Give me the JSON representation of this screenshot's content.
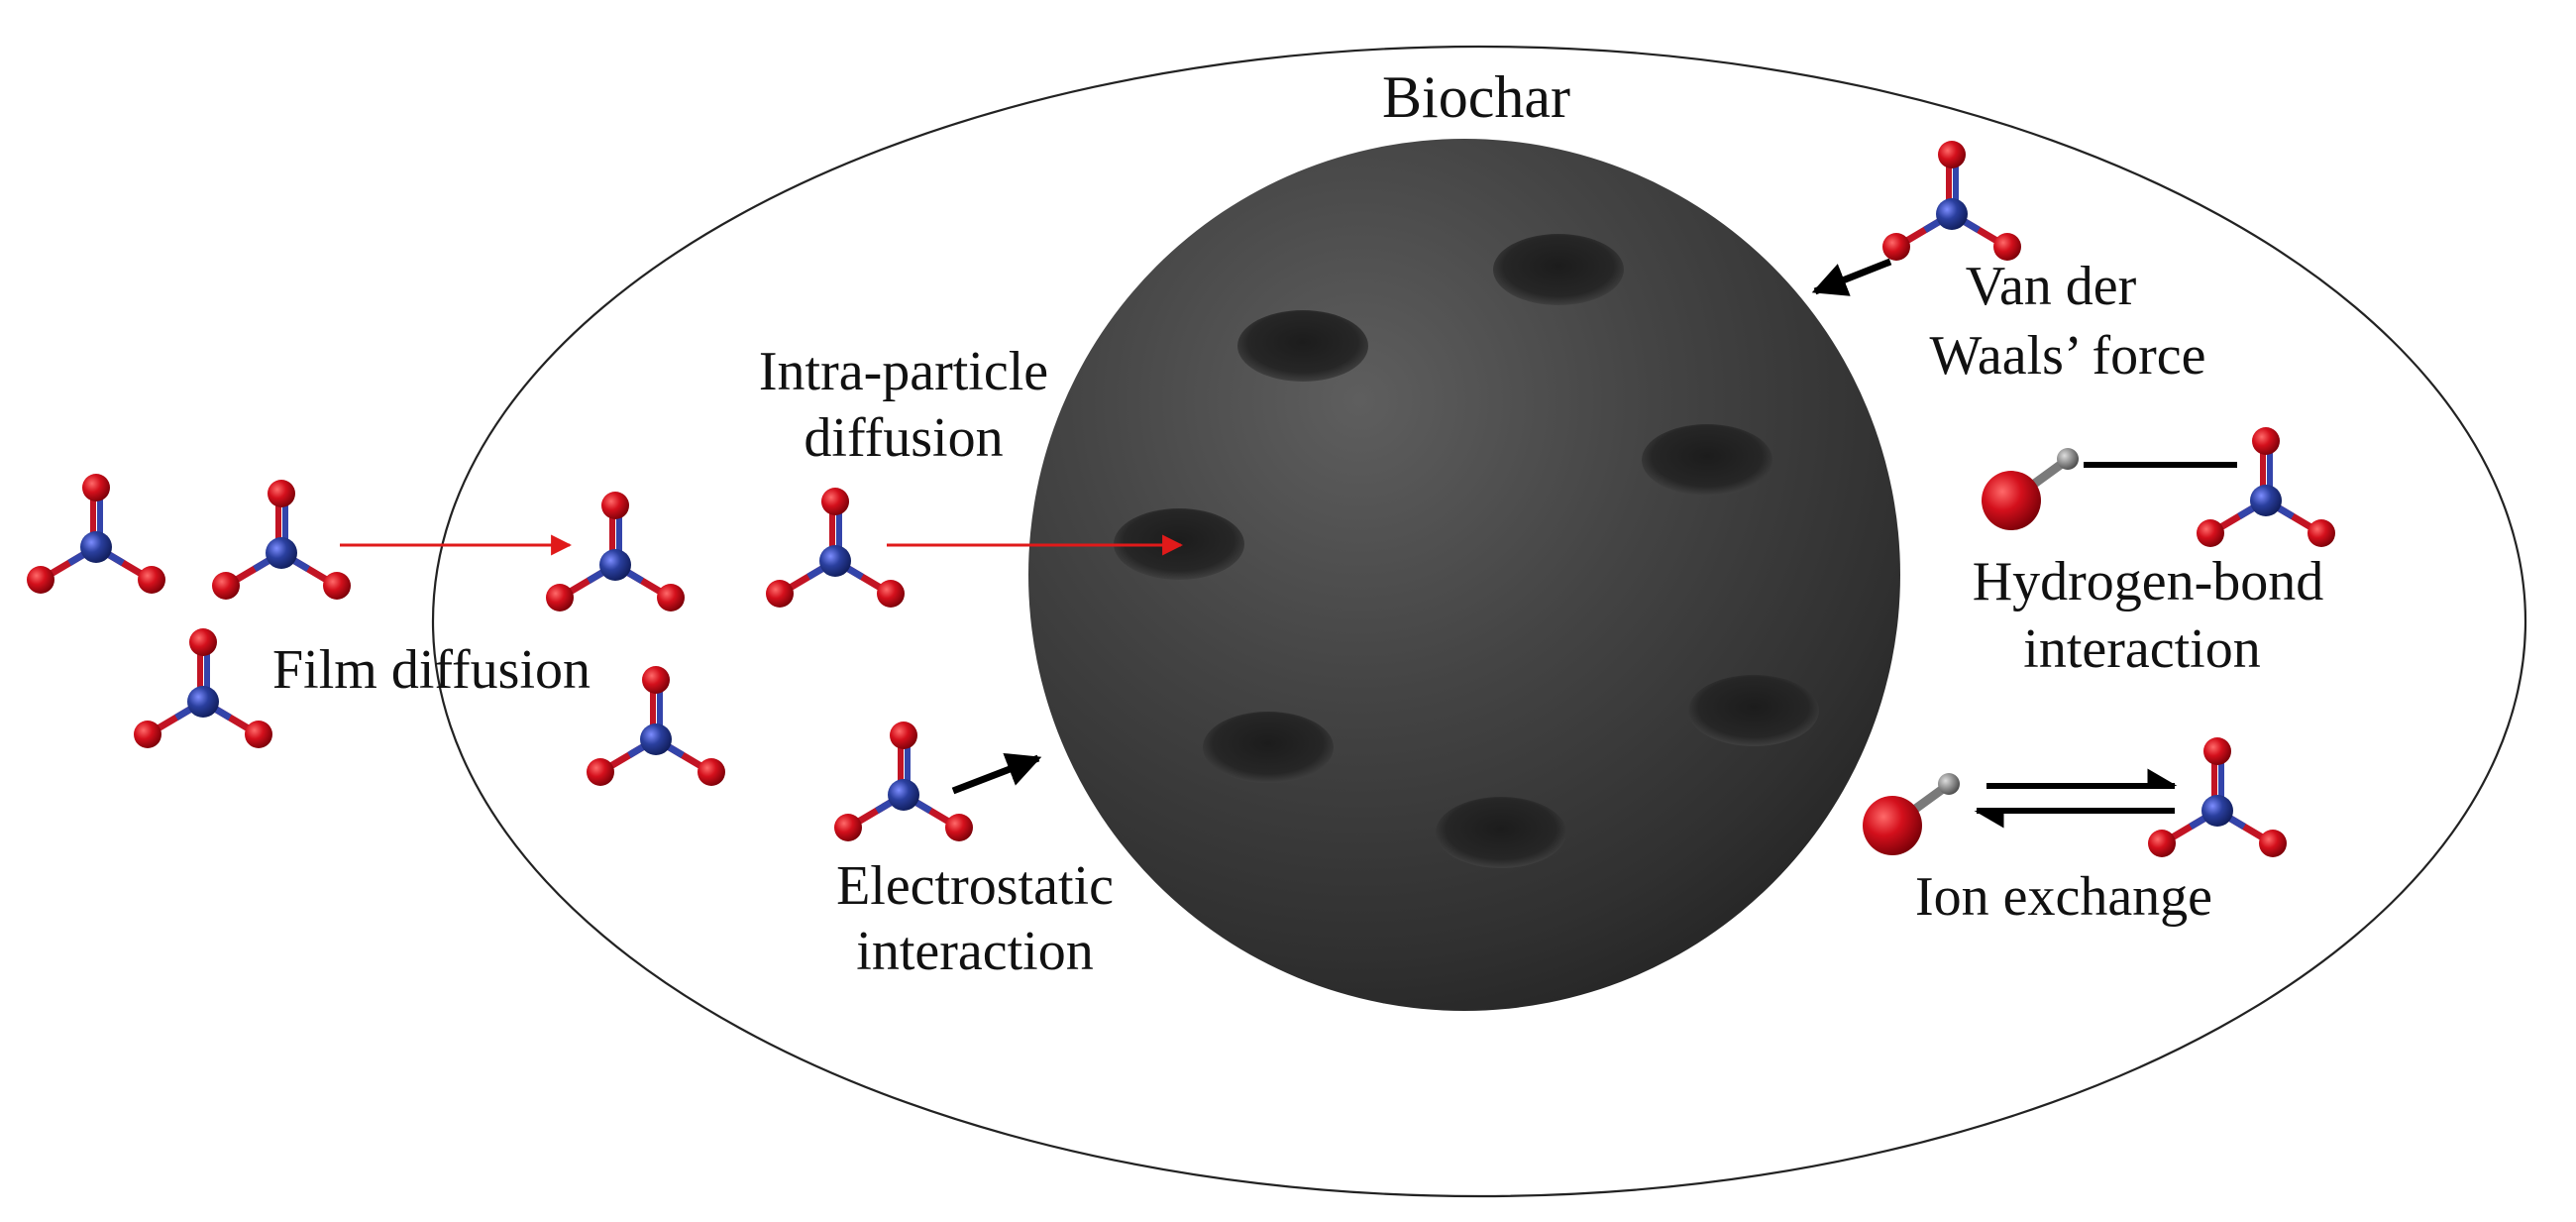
{
  "title": "Biochar",
  "mechanisms": {
    "film_diffusion": "Film diffusion",
    "intra_particle": [
      "Intra-particle",
      "diffusion"
    ],
    "electrostatic": [
      "Electrostatic",
      "interaction"
    ],
    "van_der_waals": [
      "Van der",
      "Waals’ force"
    ],
    "hydrogen_bond": [
      "Hydrogen-bond",
      "interaction"
    ],
    "ion_exchange": "Ion exchange"
  },
  "colors": {
    "oxygen_atom": "#d4101c",
    "nitrogen_atom": "#2a3f9e",
    "hydroxyl_h": "#8a8a8a",
    "diffusion_arrow": "#e01a1a",
    "interaction_arrow": "#000000",
    "biochar_sphere": "#3a3a3a"
  },
  "icons": {
    "nitrate": "nitrate-molecule-icon",
    "hydroxyl": "hydroxyl-group-icon"
  }
}
